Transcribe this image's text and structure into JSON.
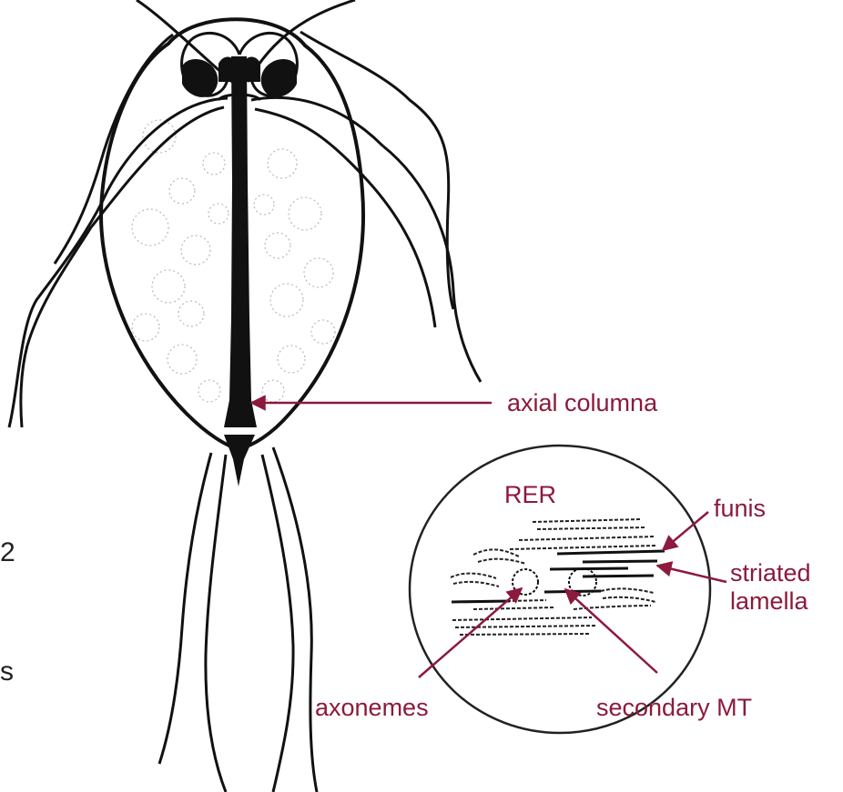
{
  "colors": {
    "label": "#8b1a3c",
    "ink": "#111111",
    "stipple": "#b5b5b5"
  },
  "labels": {
    "axial_columna": "axial columna",
    "rer": "RER",
    "funis": "funis",
    "striated_line1": "striated",
    "striated_line2": "lamella",
    "axonemes": "axonemes",
    "secondary_mt": "secondary MT"
  },
  "cropped_text": {
    "left_fragment_1": "2",
    "left_fragment_2": "s"
  }
}
